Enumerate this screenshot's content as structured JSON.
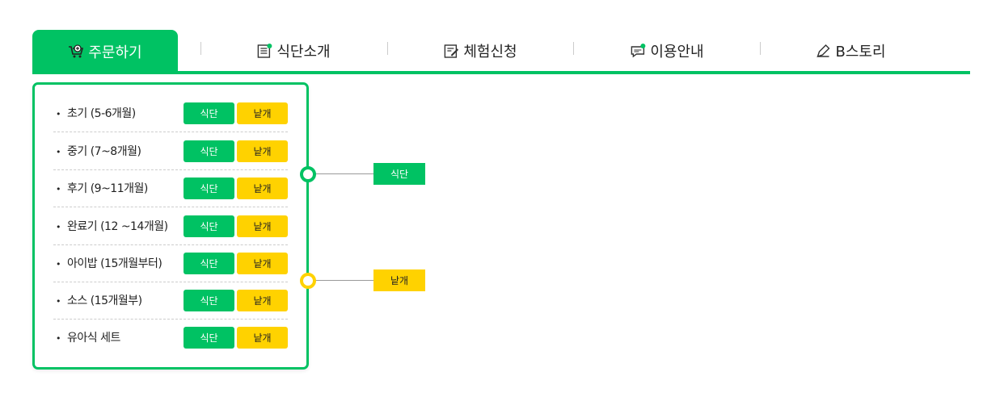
{
  "tabs": [
    {
      "label": "주문하기",
      "icon": "cart-icon",
      "active": true
    },
    {
      "label": "식단소개",
      "icon": "menu-list-icon"
    },
    {
      "label": "체험신청",
      "icon": "edit-note-icon"
    },
    {
      "label": "이용안내",
      "icon": "chat-bubble-icon"
    },
    {
      "label": "B스토리",
      "icon": "pen-icon"
    }
  ],
  "items": [
    {
      "label": "초기 (5-6개월)",
      "menu": "식단",
      "single": "낱개"
    },
    {
      "label": "중기 (7~8개월)",
      "menu": "식단",
      "single": "낱개"
    },
    {
      "label": "후기 (9~11개월)",
      "menu": "식단",
      "single": "낱개"
    },
    {
      "label": "완료기 (12 ~14개월)",
      "menu": "식단",
      "single": "낱개"
    },
    {
      "label": "아이밥 (15개월부터)",
      "menu": "식단",
      "single": "낱개"
    },
    {
      "label": "소스 (15개월부)",
      "menu": "식단",
      "single": "낱개"
    },
    {
      "label": "유아식 세트",
      "menu": "식단",
      "single": "낱개"
    }
  ],
  "legend": {
    "menu": "식단",
    "single": "낱개"
  },
  "colors": {
    "green": "#00c263",
    "yellow": "#ffd200"
  }
}
